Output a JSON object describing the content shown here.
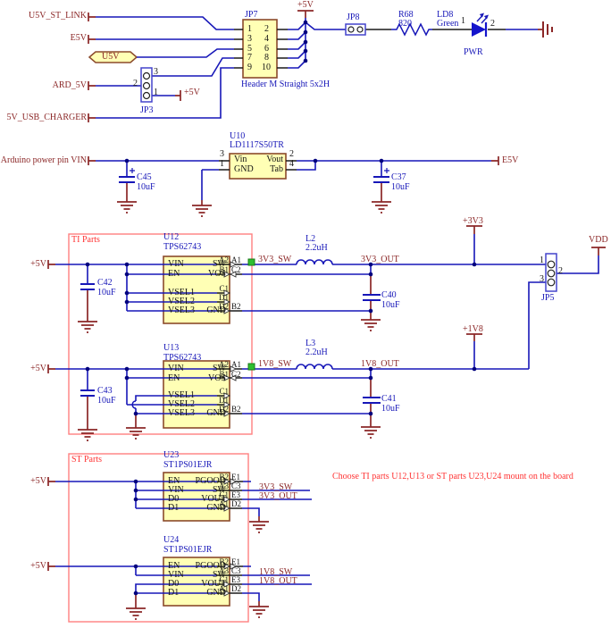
{
  "ports": {
    "u5v_st_link": "U5V_ST_LINK",
    "e5v": "E5V",
    "u5v": "U5V",
    "ard_5v": "ARD_5V",
    "usb_charger": "5V_USB_CHARGER",
    "vin_port": "Arduino power pin VIN",
    "e5v_out": "E5V"
  },
  "power": {
    "p5v": "+5V",
    "p3v3": "+3V3",
    "p1v8": "+1V8",
    "vdd": "VDD"
  },
  "nets": {
    "sw3v3": "3V3_SW",
    "out3v3": "3V3_OUT",
    "sw1v8": "1V8_SW",
    "out1v8": "1V8_OUT"
  },
  "groups": {
    "ti": "TI Parts",
    "st": "ST Parts"
  },
  "note": "Choose TI parts U12,U13 or ST parts U23,U24 mount on the board",
  "components": {
    "jp7": {
      "designator": "JP7",
      "description": "Header M Straight 5x2H",
      "pins_left": [
        "1",
        "3",
        "5",
        "7",
        "9"
      ],
      "pins_right": [
        "2",
        "4",
        "6",
        "8",
        "10"
      ]
    },
    "jp3": {
      "designator": "JP3",
      "pins": [
        "3",
        "2",
        "1"
      ]
    },
    "jp8": {
      "designator": "JP8"
    },
    "jp5": {
      "designator": "JP5",
      "pins": [
        "1",
        "2",
        "3"
      ]
    },
    "r68": {
      "designator": "R68",
      "value": "820"
    },
    "ld8": {
      "designator": "LD8",
      "value": "Green",
      "pin1": "1",
      "pin2": "2",
      "label": "PWR"
    },
    "u10": {
      "designator": "U10",
      "value": "LD1117S50TR",
      "pin_names": [
        "Vin",
        "GND",
        "Vout",
        "Tab"
      ],
      "pin_numbers": [
        "3",
        "1",
        "2",
        "4"
      ]
    },
    "c45": {
      "designator": "C45",
      "value": "10uF"
    },
    "c37": {
      "designator": "C37",
      "value": "10uF"
    },
    "c42": {
      "designator": "C42",
      "value": "10uF"
    },
    "c43": {
      "designator": "C43",
      "value": "10uF"
    },
    "c40": {
      "designator": "C40",
      "value": "10uF"
    },
    "c41": {
      "designator": "C41",
      "value": "10uF"
    },
    "l2": {
      "designator": "L2",
      "value": "2.2uH"
    },
    "l3": {
      "designator": "L3",
      "value": "2.2uH"
    },
    "u12": {
      "designator": "U12",
      "value": "TPS62743",
      "left_pin_designators": [
        "A2",
        "B1",
        "C1",
        "D1",
        "D2"
      ],
      "left_pin_names": [
        "VIN",
        "EN",
        "VSEL1",
        "VSEL2",
        "VSEL3"
      ],
      "right_pin_designators": [
        "A1",
        "C2",
        "B2"
      ],
      "right_pin_names": [
        "SW",
        "VOS",
        "GND"
      ]
    },
    "u13": {
      "designator": "U13",
      "value": "TPS62743",
      "left_pin_designators": [
        "A2",
        "B1",
        "C1",
        "D1",
        "D2"
      ],
      "left_pin_names": [
        "VIN",
        "EN",
        "VSEL1",
        "VSEL2",
        "VSEL3"
      ],
      "right_pin_designators": [
        "A1",
        "C2",
        "B2"
      ],
      "right_pin_names": [
        "SW",
        "VOS",
        "GND"
      ]
    },
    "u23": {
      "designator": "U23",
      "value": "ST1PS01EJR",
      "left_pin_designators": [
        "B2",
        "A3",
        "C1",
        "A1"
      ],
      "left_pin_names": [
        "EN",
        "VIN",
        "D0",
        "D1"
      ],
      "right_pin_designators": [
        "E1",
        "C3",
        "E3",
        "D2"
      ],
      "right_pin_names": [
        "PGOOD",
        "SW",
        "VOUT",
        "GND"
      ]
    },
    "u24": {
      "designator": "U24",
      "value": "ST1PS01EJR",
      "left_pin_designators": [
        "B2",
        "A3",
        "C1",
        "A1"
      ],
      "left_pin_names": [
        "EN",
        "VIN",
        "D0",
        "D1"
      ],
      "right_pin_designators": [
        "E1",
        "C3",
        "E3",
        "D2"
      ],
      "right_pin_names": [
        "PGOOD",
        "SW",
        "VOUT",
        "GND"
      ]
    }
  }
}
